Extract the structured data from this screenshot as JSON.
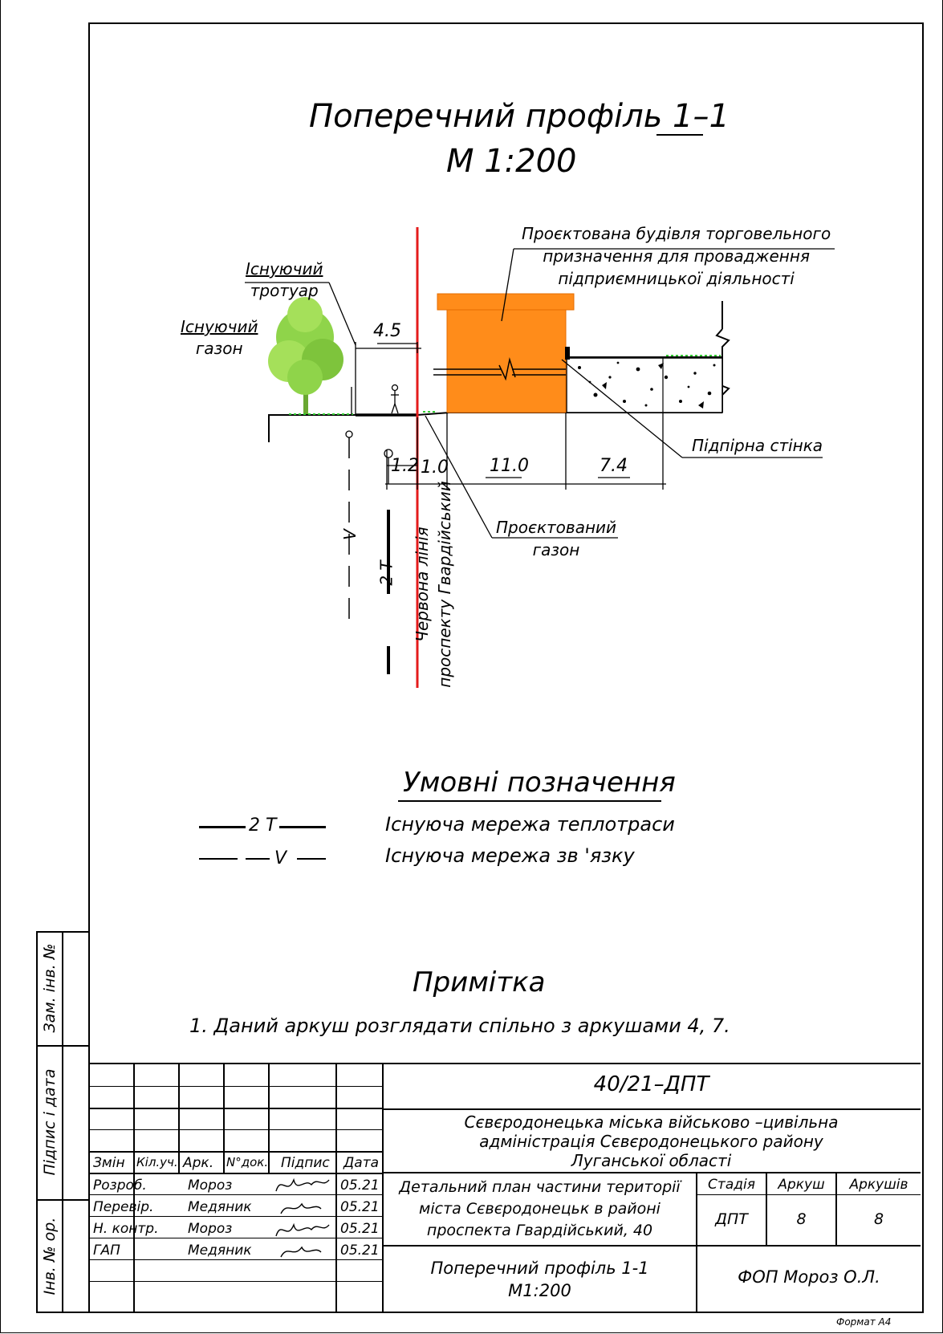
{
  "drawing": {
    "title": "Поперечний профіль 1–1",
    "scale": "М 1:200",
    "labels": {
      "existing_sidewalk": [
        "Існуючий",
        "тротуар"
      ],
      "existing_lawn": [
        "Існуючий",
        "газон"
      ],
      "designed_building": [
        "Проєктована будівля торговельного",
        "призначення для провадження",
        "підприємницької діяльності"
      ],
      "retaining_wall": "Підпірна стінка",
      "designed_lawn": [
        "Проєктований",
        "газон"
      ],
      "red_line": [
        "Червона лінія",
        "проспекту Гвардійський"
      ],
      "heat_line_tag": "2 Т",
      "comm_line_tag": "V"
    },
    "dimensions": {
      "top": "4.5",
      "bottom": [
        "1.2",
        "1.0",
        "11.0",
        "7.4"
      ]
    },
    "colors": {
      "building": "#ff8c1a",
      "red_line": "#e41b1b",
      "grass": "#33cc33",
      "tree": "#8fd44a"
    }
  },
  "legend": {
    "title": "Умовні позначення",
    "items": [
      {
        "tag": "2 Т",
        "text": "Існуюча мережа теплотраси"
      },
      {
        "tag": "V",
        "text": "Існуюча мережа зв 'язку"
      }
    ]
  },
  "note": {
    "title": "Примітка",
    "items": [
      "1.   Даний аркуш розглядати спільно з аркушами  4, 7."
    ]
  },
  "side_stamp": [
    "Зам. інв. №",
    "Підпис і дата",
    "Інв. № ор."
  ],
  "stamp": {
    "code": "40/21–ДПТ",
    "organization": [
      "Сєвєродонецька міська військово –цивільна",
      "адміністрація Сєвєродонецького району",
      "Луганської області"
    ],
    "headers": [
      "Змін",
      "Кіл.уч.",
      "Арк.",
      "N°док.",
      "Підпис",
      "Дата"
    ],
    "rows": [
      {
        "role": "Розроб.",
        "name": "Мороз",
        "date": "05.21"
      },
      {
        "role": "Перевір.",
        "name": "Медяник",
        "date": "05.21"
      },
      {
        "role": "Н. контр.",
        "name": "Мороз",
        "date": "05.21"
      },
      {
        "role": "ГАП",
        "name": "Медяник",
        "date": "05.21"
      }
    ],
    "project": [
      "Детальний план частини території",
      "міста Сєвєродонецьк в районі",
      "проспекта Гвардійський, 40"
    ],
    "sheet_title": [
      "Поперечний профіль 1-1",
      "М1:200"
    ],
    "stage_headers": [
      "Стадія",
      "Аркуш",
      "Аркушів"
    ],
    "stage_values": [
      "ДПТ",
      "8",
      "8"
    ],
    "company": "ФОП Мороз О.Л.",
    "format": "Формат А4"
  }
}
